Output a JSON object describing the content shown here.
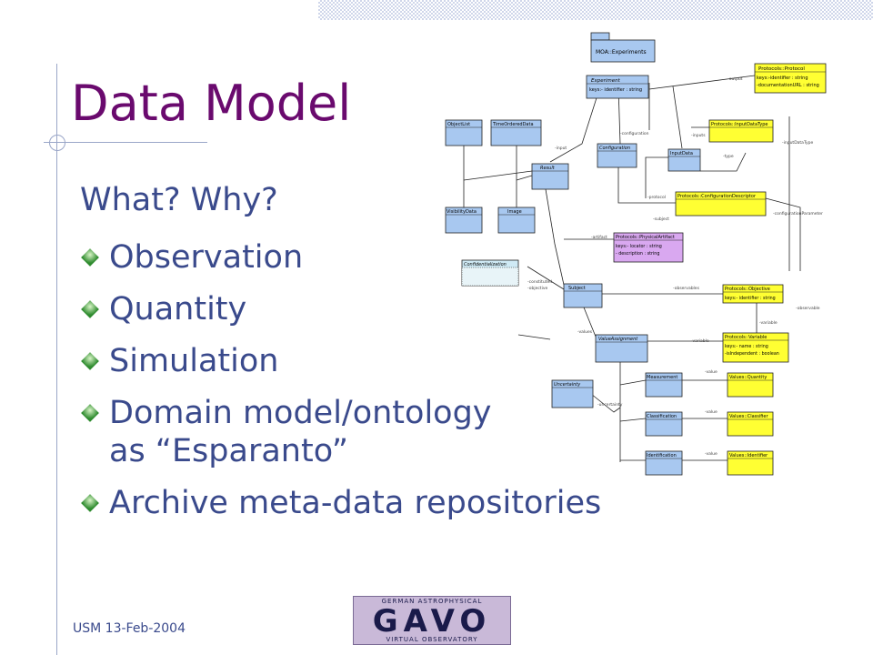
{
  "slide": {
    "title": "Data Model",
    "subtitle": "What? Why?",
    "bullets": [
      "Observation",
      "Quantity",
      "Simulation",
      "Domain model/ontology as “Esparanto”",
      "Archive meta-data repositories"
    ],
    "footer": "USM 13-Feb-2004"
  },
  "logo": {
    "top": "GERMAN ASTROPHYSICAL",
    "main": "GAVO",
    "bottom": "VIRTUAL OBSERVATORY"
  },
  "diagram": {
    "package": "MOA::Experiments",
    "experiment": {
      "name": "Experiment",
      "attr": "keys:- identifier : string"
    },
    "protocol": {
      "name": "Protocols::Protocol",
      "attrs": [
        "keys:-identifier : string",
        "-documentationURL : string"
      ]
    },
    "object_list": "ObjectList",
    "time_ordered_data": "TimeOrderedData",
    "protocol_input_data_type": "Protocols::InputDataType",
    "configuration": "Configuration",
    "input_data": "InputData",
    "result": "Result",
    "visibility_data": "VisibilityData",
    "image": "Image",
    "config_descriptor": "Protocols::ConfigurationDescriptor",
    "physical_artifact": {
      "name": "Protocols::PhysicalArtifact",
      "attrs": [
        "keys:- locator : string",
        "- description : string"
      ]
    },
    "confidentialization": "Confidentialization",
    "subject": "Subject",
    "objective": {
      "name": "Protocols::Objective",
      "attr": "keys:- identifier : string"
    },
    "value_assignment": "ValueAssignment",
    "variable": {
      "name": "Protocols::Variable",
      "attrs": [
        "keys:- name : string",
        "-isIndependent : boolean"
      ]
    },
    "uncertainty": "Uncertainty",
    "measurement": "Measurement",
    "quantity": "Values::Quantity",
    "classification": "Classification",
    "classifier": "Values::Classifier",
    "identification": "Identification",
    "identifier": "Values::Identifier",
    "labels": {
      "output": "-output",
      "configuration": "-configuration",
      "input": "-input",
      "inputs": "-inputs",
      "input_data_type": "-inputDataType",
      "type": "-type",
      "protocol": "-protocol",
      "subject": "-subject",
      "config_param": "-configurationParameter",
      "artifact": "-artifact",
      "constituted": "-constituted",
      "observables": "-observables",
      "objective": "-objective",
      "observable": "-observable",
      "variable": "-variable",
      "values": "-values",
      "value": "-value",
      "uncertainty": "-uncertainty"
    }
  }
}
